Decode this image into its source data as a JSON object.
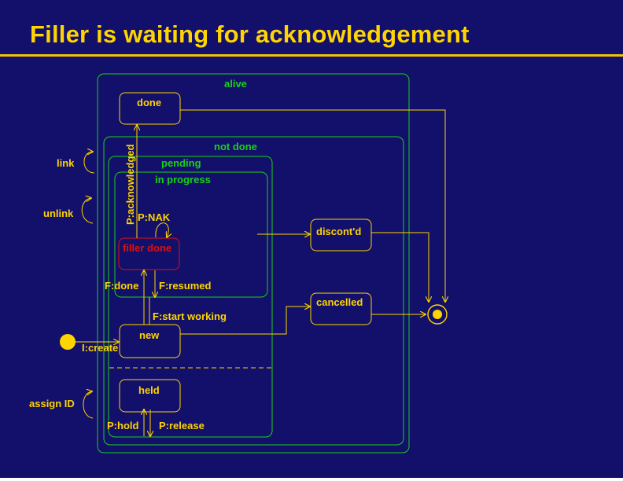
{
  "title": "Filler is waiting for acknowledgement",
  "colors": {
    "background": "#12106a",
    "text_yellow": "#ffd400",
    "green": "#19d119",
    "red": "#e01010"
  },
  "states": {
    "alive": "alive",
    "not_done": "not done",
    "pending": "pending",
    "in_progress": "in progress",
    "done": "done",
    "filler_done": "filler done",
    "new": "new",
    "held": "held",
    "discontd": "discont'd",
    "cancelled": "cancelled"
  },
  "transitions": {
    "p_acknowledged": "P:acknowledged",
    "p_nak": "P:NAK",
    "f_done": "F:done",
    "f_resumed": "F:resumed",
    "f_start_working": "F:start working",
    "i_create": "I:create",
    "p_hold": "P:hold",
    "p_release": "P:release",
    "link": "link",
    "unlink": "unlink",
    "assign_id": "assign ID"
  }
}
